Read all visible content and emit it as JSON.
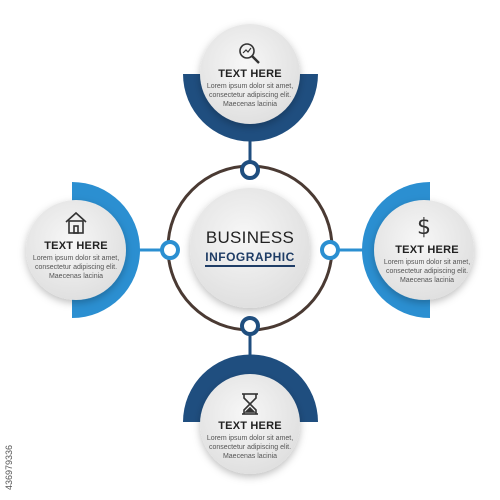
{
  "colors": {
    "dark_blue": "#1f4e7f",
    "light_blue": "#2b8fd1",
    "ring": "#4a3a33",
    "circle_fill": "#ececec"
  },
  "center": {
    "title": "BUSINESS",
    "subtitle": "INFOGRAPHIC"
  },
  "nodes": [
    {
      "id": "top",
      "icon": "magnifier-chart-icon",
      "title": "TEXT HERE",
      "description": "Lorem ipsum dolor sit amet, consectetur adipiscing elit. Maecenas lacinia"
    },
    {
      "id": "left",
      "icon": "house-icon",
      "title": "TEXT HERE",
      "description": "Lorem ipsum dolor sit amet, consectetur adipiscing elit. Maecenas lacinia"
    },
    {
      "id": "right",
      "icon": "dollar-icon",
      "title": "TEXT HERE",
      "description": "Lorem ipsum dolor sit amet, consectetur adipiscing elit. Maecenas lacinia"
    },
    {
      "id": "bottom",
      "icon": "hourglass-icon",
      "title": "TEXT HERE",
      "description": "Lorem ipsum dolor sit amet, consectetur adipiscing elit. Maecenas lacinia"
    }
  ],
  "stock": {
    "code": "436979336"
  }
}
